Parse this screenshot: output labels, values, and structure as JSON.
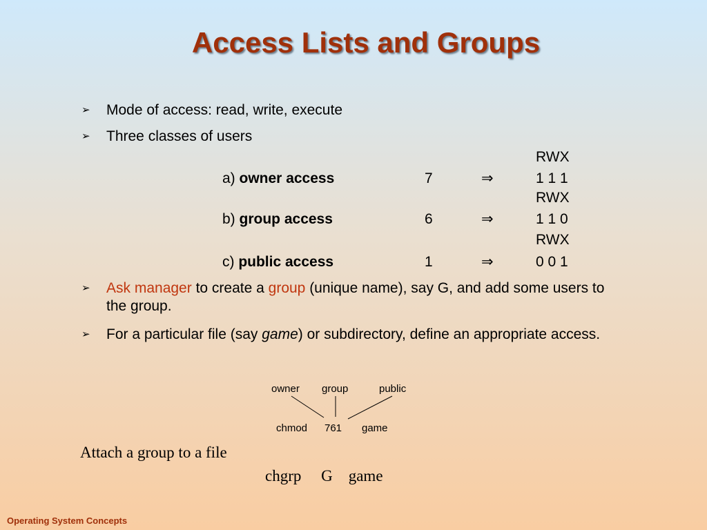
{
  "slide": {
    "title": "Access Lists and Groups",
    "footer": "Operating System Concepts"
  },
  "bullets": {
    "b1": "Mode of access:  read, write, execute",
    "b2": "Three classes of users",
    "b3": {
      "part1": "Ask manager",
      "part2": " to create a ",
      "part3": "group",
      "part4": " (unique name), say G, and add some users to the group."
    },
    "b4": {
      "part1": "For a particular file (say ",
      "part2": "game",
      "part3": ") or subdirectory, define an appropriate access."
    }
  },
  "access_table": {
    "header": "RWX",
    "arrow": "⇒",
    "rows": [
      {
        "prefix": "a) ",
        "label": "owner access",
        "value": "7",
        "bits": "1 1 1"
      },
      {
        "prefix": "b) ",
        "label": "group access",
        "value": "6",
        "bits": "1 1 0"
      },
      {
        "prefix": "c) ",
        "label": "public access",
        "value": "1",
        "bits": "0 0 1"
      }
    ]
  },
  "diagram": {
    "owner": "owner",
    "group": "group",
    "public": "public",
    "command": "chmod",
    "mode": "761",
    "file": "game"
  },
  "attach": {
    "heading": "Attach a group to a file",
    "command": "chgrp     G    game"
  },
  "icons": {
    "bullet_marker": "➢"
  },
  "colors": {
    "title": "#a0300a",
    "highlight": "#c0360f"
  }
}
